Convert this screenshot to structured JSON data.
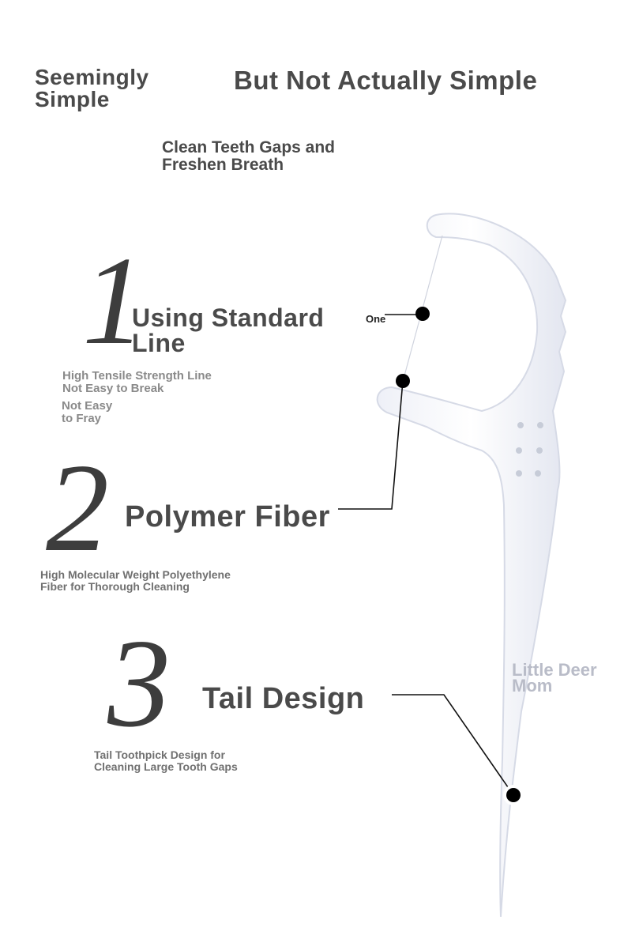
{
  "header": {
    "left_text": "Seemingly\n Simple",
    "right_text": "But Not Actually Simple"
  },
  "subtitle": "Clean Teeth Gaps and\n Freshen Breath",
  "features": [
    {
      "number": "1",
      "title": "Using Standard\n Line",
      "description": "High Tensile Strength Line\n Not Easy to Break",
      "extra": "Not Easy\n to Fray"
    },
    {
      "number": "2",
      "title": "Polymer Fiber",
      "description": "High Molecular Weight Polyethylene\n Fiber for Thorough Cleaning"
    },
    {
      "number": "3",
      "title": "Tail Design",
      "description": "Tail Toothpick Design for\n Cleaning Large Tooth Gaps"
    }
  ],
  "callout_label": "One",
  "watermark": "Little Deer\n Mom",
  "colors": {
    "text_dark": "#4a4a4a",
    "text_light": "#8a8a8a",
    "product_fill": "#ffffff",
    "product_edge": "#dfe3ee",
    "marker": "#000000"
  }
}
